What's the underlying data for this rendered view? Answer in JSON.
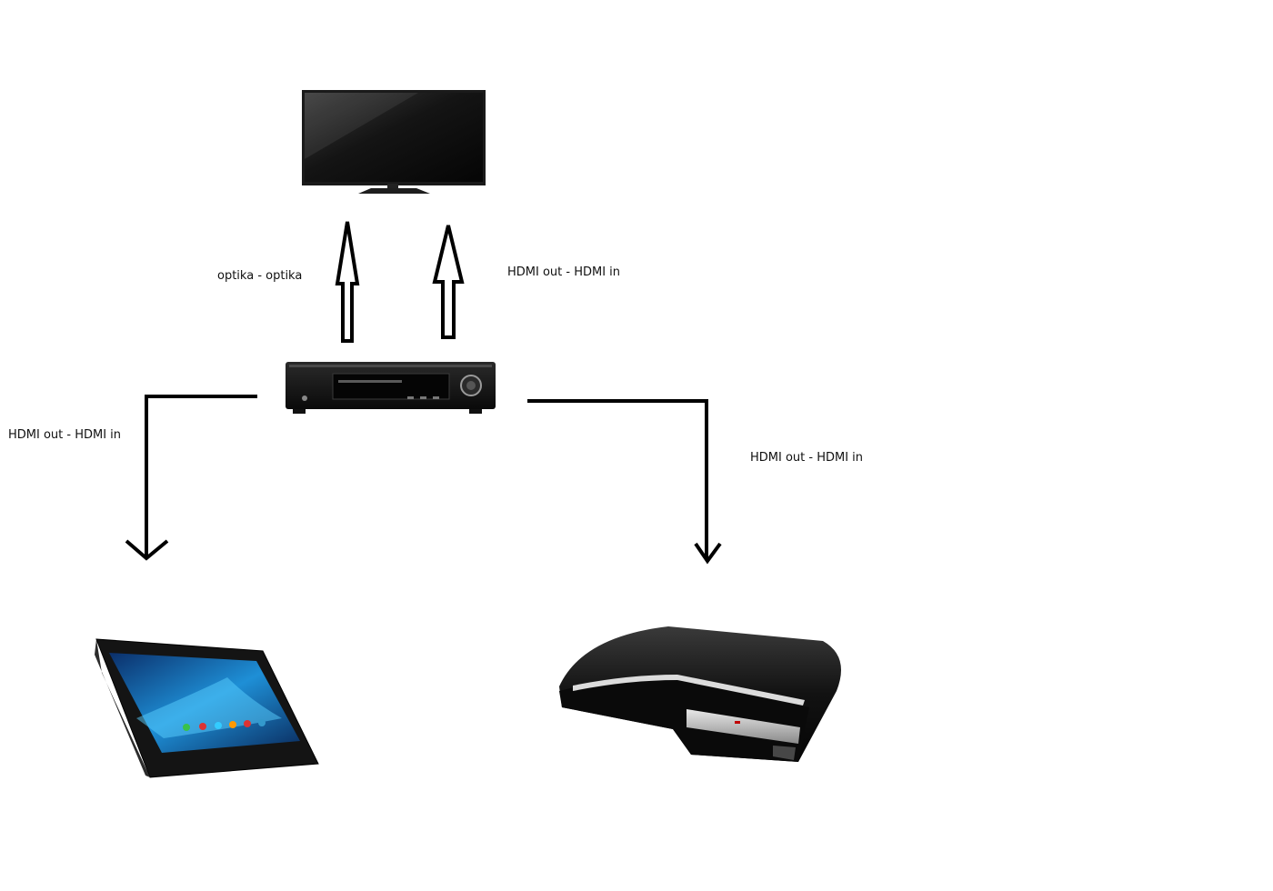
{
  "devices": {
    "tv": {
      "icon": "television-icon"
    },
    "receiver": {
      "icon": "av-receiver-icon"
    },
    "tablet": {
      "icon": "tablet-icon"
    },
    "console": {
      "icon": "game-console-icon"
    }
  },
  "connections": {
    "receiver_to_tv_optical": {
      "label": "optika - optika"
    },
    "receiver_to_tv_hdmi": {
      "label": "HDMI out - HDMI in"
    },
    "receiver_to_tablet": {
      "label": "HDMI out - HDMI in"
    },
    "receiver_to_console": {
      "label": "HDMI out - HDMI in"
    }
  },
  "colors": {
    "line": "#000000",
    "device_body": "#111111",
    "screen_blue": "#1e8fd6"
  }
}
